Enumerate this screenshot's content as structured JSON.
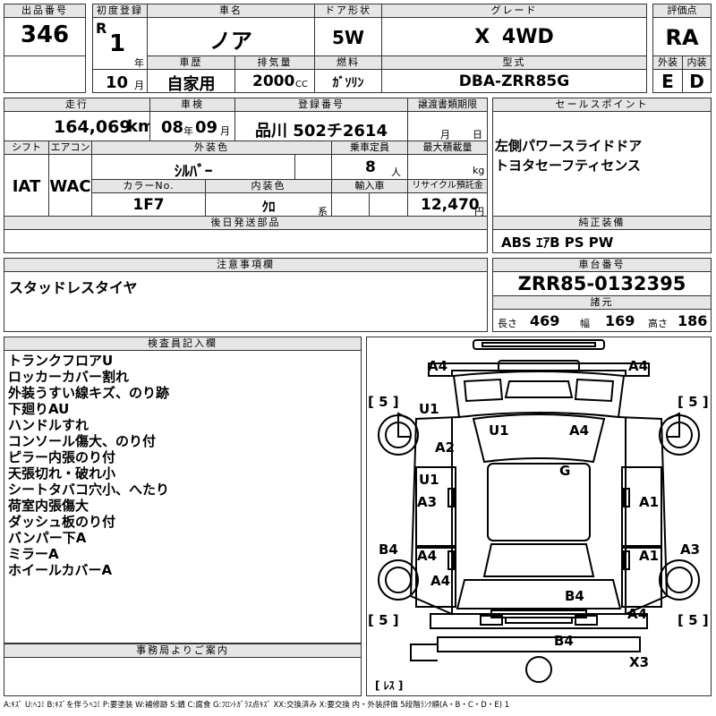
{
  "lot": {
    "label": "出品番号",
    "value": "346"
  },
  "first_reg": {
    "label": "初度登録",
    "era": "R",
    "year": "1",
    "year_unit": "年",
    "month": "10",
    "month_unit": "月"
  },
  "name": {
    "label": "車名",
    "value": "ノア"
  },
  "door": {
    "label": "ドア形状",
    "value": "5W"
  },
  "grade": {
    "label": "グレード",
    "value": "X 4WD"
  },
  "score": {
    "label": "評価点",
    "value": "RA",
    "ext_label": "外装",
    "int_label": "内装",
    "ext": "E",
    "int": "D"
  },
  "history": {
    "label": "車歴",
    "value": "自家用"
  },
  "displacement": {
    "label": "排気量",
    "value": "2000",
    "unit": "CC"
  },
  "fuel": {
    "label": "燃料",
    "value": "ｶﾞｿﾘﾝ"
  },
  "model": {
    "label": "型式",
    "value": "DBA-ZRR85G"
  },
  "mileage": {
    "label": "走行",
    "value": "164,069",
    "unit": "km"
  },
  "inspection": {
    "label": "車検",
    "year": "08",
    "year_unit": "年",
    "month": "09",
    "month_unit": "月"
  },
  "plate": {
    "label": "登録番号",
    "value": "品川 502チ2614"
  },
  "transfer": {
    "label": "譲渡書類期限",
    "month_unit": "月",
    "day_unit": "日"
  },
  "sales_points": {
    "label": "セールスポイント",
    "lines": [
      "左側パワースライドドア",
      "トヨタセーフティセンス"
    ]
  },
  "shift": {
    "label": "シフト",
    "value": "IAT"
  },
  "aircon": {
    "label": "エアコン",
    "value": "WAC"
  },
  "ext_color": {
    "label": "外装色",
    "value": "ｼﾙﾊﾞｰ"
  },
  "capacity": {
    "label": "乗車定員",
    "value": "8",
    "unit": "人"
  },
  "max_load": {
    "label": "最大積載量",
    "unit": "kg"
  },
  "color_no": {
    "label": "カラーNo.",
    "value": "1F7"
  },
  "int_color": {
    "label": "内装色",
    "value": "ｸﾛ",
    "unit": "系"
  },
  "import": {
    "label": "輸入車"
  },
  "recycle": {
    "label": "リサイクル預託金",
    "value": "12,470",
    "unit": "円"
  },
  "later_parts": {
    "label": "後日発送部品"
  },
  "equipment": {
    "label": "純正装備",
    "value": "ABS ｴｱB PS PW"
  },
  "notes": {
    "label": "注意事項欄",
    "value": "スタッドレスタイヤ"
  },
  "chassis": {
    "label": "車台番号",
    "value": "ZRR85-0132395"
  },
  "specs": {
    "label": "諸元",
    "length_label": "長さ",
    "length": "469",
    "width_label": "幅",
    "width": "169",
    "height_label": "高さ",
    "height": "186"
  },
  "inspector": {
    "label": "検査員記入欄",
    "items": [
      "トランクフロアU",
      "ロッカーカバー割れ",
      "外装うすい線キズ、のり跡",
      "下廻りAU",
      "ハンドルすれ",
      "コンソール傷大、のり付",
      "ピラー内張のり付",
      "天張切れ・破れ小",
      "シートタバコ穴小、へたり",
      "荷室内張傷大",
      "ダッシュ板のり付",
      "バンパー下A",
      "ミラーA",
      "ホイールカバーA"
    ]
  },
  "office": {
    "label": "事務局よりご案内"
  },
  "diagram": {
    "marks": [
      "A4",
      "A4",
      "U1",
      "U1",
      "A4",
      "A2",
      "G",
      "U1",
      "A3",
      "A1",
      "B4",
      "A4",
      "A1",
      "A3",
      "A4",
      "B4",
      "A4",
      "B4",
      "X3"
    ],
    "tires": [
      "[ 5 ]",
      "[ 5 ]",
      "[ 5 ]",
      "[ 5 ]"
    ],
    "spare": "[ ﾚｽ ]"
  },
  "legend": "A:ｷｽﾞ U:ﾍｺﾐ B:ｷｽﾞを伴うﾍｺﾐ P:要塗装 W:補修跡 S:錆 C:腐食 G:ﾌﾛﾝﾄｶﾞﾗｽ点ｷｽﾞ XX:交換済み X:要交換 内・外装評価 5段階ﾗﾝｸ順(A・B・C・D・E) 1"
}
